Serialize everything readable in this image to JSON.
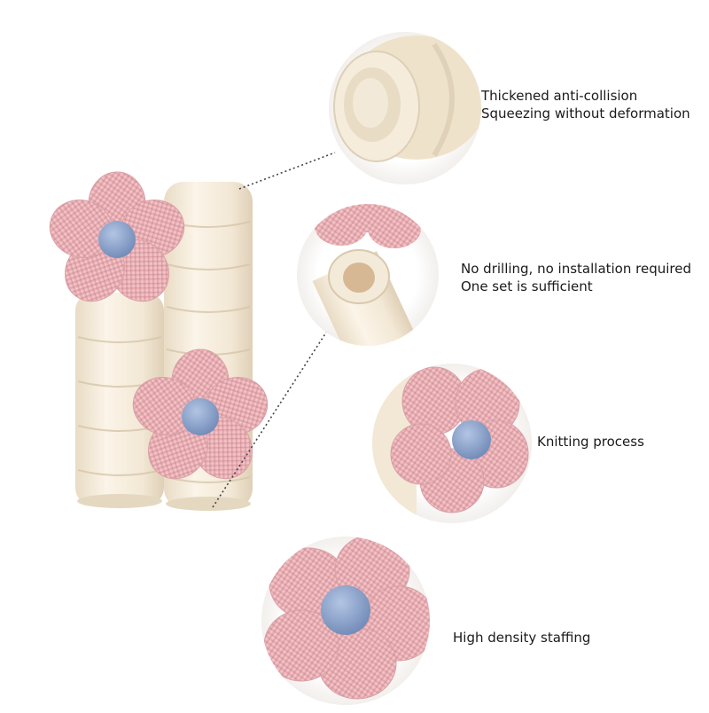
{
  "features": [
    {
      "lines": [
        "Thickened anti-collision",
        "Squeezing without deformation"
      ]
    },
    {
      "lines": [
        "No drilling, no installation required",
        "One set is sufficient"
      ]
    },
    {
      "lines": [
        "Knitting process"
      ]
    },
    {
      "lines": [
        "High density staffing"
      ]
    }
  ],
  "colors": {
    "background": "#ffffff",
    "foam": "#f3e8d6",
    "petal": "#eab3b8",
    "center": "#8fa7cf",
    "text": "#1a1a1a"
  }
}
